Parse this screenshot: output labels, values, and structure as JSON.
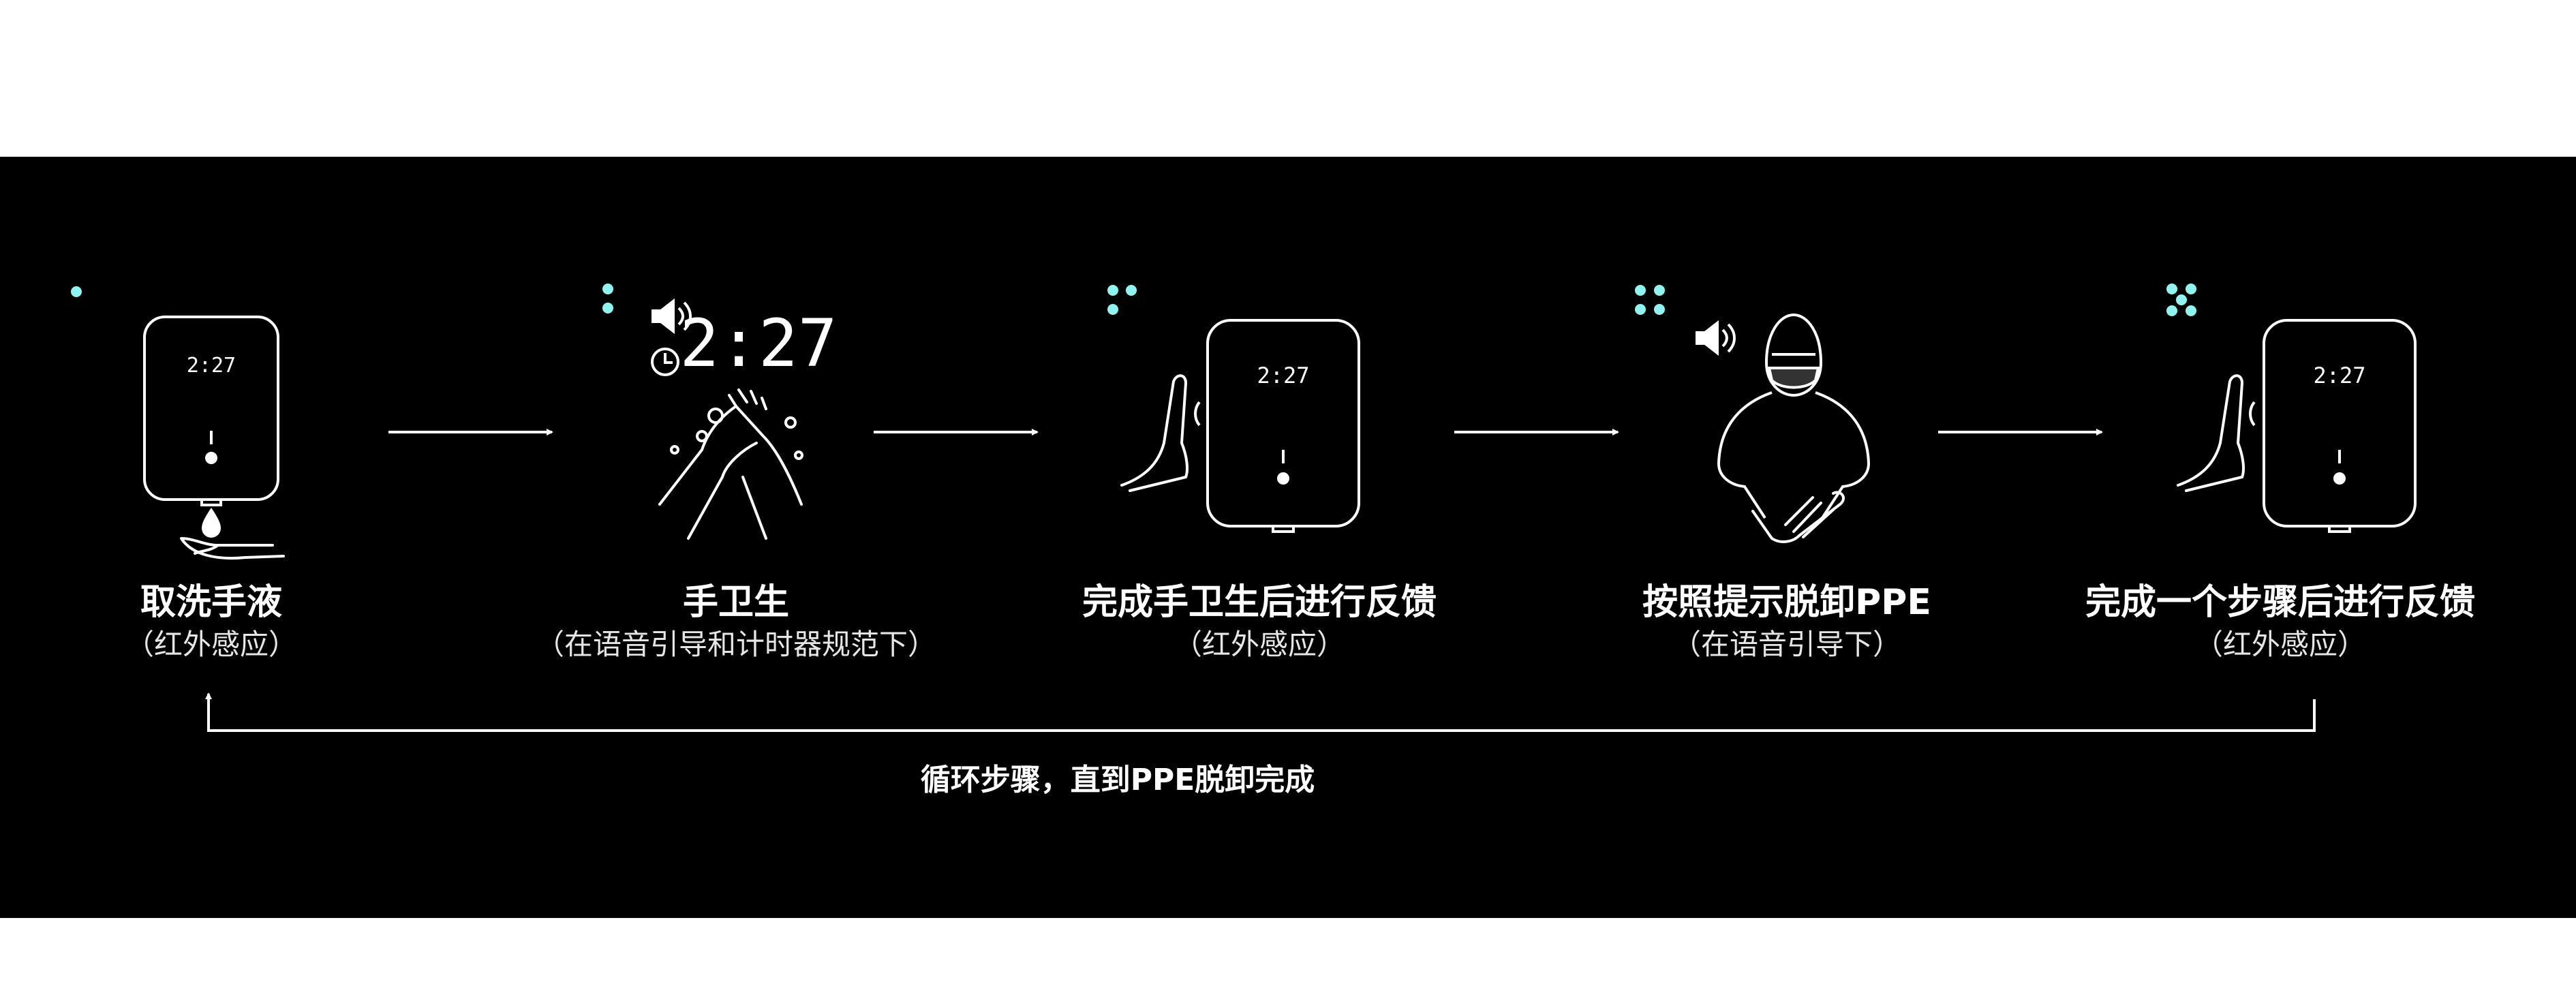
{
  "colors": {
    "background": "#000000",
    "page": "#ffffff",
    "line": "#ffffff",
    "dot": "#8ff4f0"
  },
  "icons": [
    "dispenser-icon",
    "droplet-icon",
    "open-palm-icon",
    "speaker-icon",
    "clock-icon",
    "washing-hands-icon",
    "raised-hand-icon",
    "sensor-wave-icon",
    "masked-person-icon",
    "gloved-hands-icon",
    "arrow-right-icon",
    "loop-arrow-icon"
  ],
  "device": {
    "display": "2:27"
  },
  "timer": {
    "display": "2:27"
  },
  "steps": [
    {
      "title": "取洗手液",
      "subtitle": "（红外感应）",
      "dots": 1
    },
    {
      "title": "手卫生",
      "subtitle": "（在语音引导和计时器规范下）",
      "dots": 2
    },
    {
      "title": "完成手卫生后进行反馈",
      "subtitle": "（红外感应）",
      "dots": 3
    },
    {
      "title": "按照提示脱卸PPE",
      "subtitle": "（在语音引导下）",
      "dots": 4
    },
    {
      "title": "完成一个步骤后进行反馈",
      "subtitle": "（红外感应）",
      "dots": 5
    }
  ],
  "loop": {
    "label": "循环步骤，直到PPE脱卸完成"
  }
}
